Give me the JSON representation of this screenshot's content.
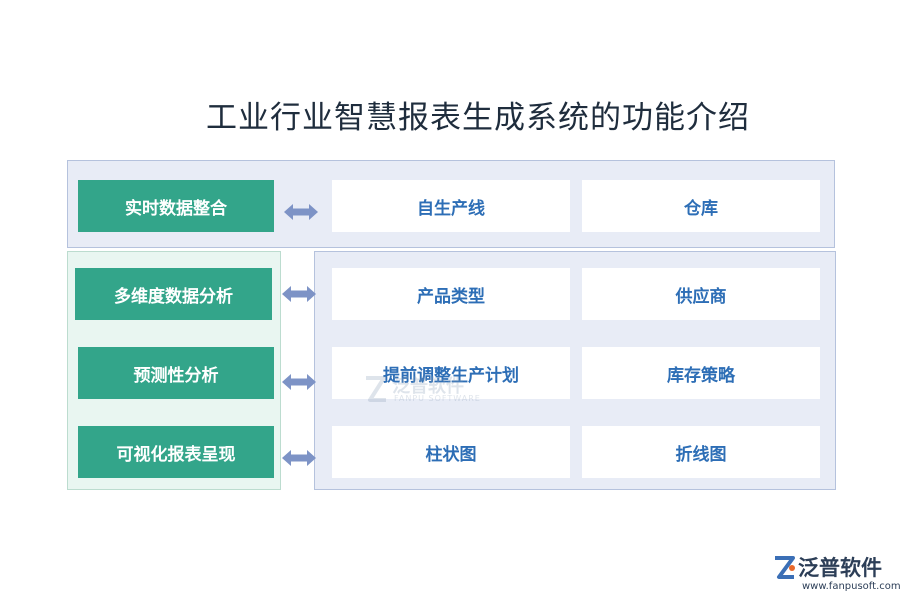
{
  "title": "工业行业智慧报表生成系统的功能介绍",
  "features": [
    {
      "label": "实时数据整合",
      "items": [
        "自生产线",
        "仓库"
      ]
    },
    {
      "label": "多维度数据分析",
      "items": [
        "产品类型",
        "供应商"
      ]
    },
    {
      "label": "预测性分析",
      "items": [
        "提前调整生产计划",
        "库存策略"
      ]
    },
    {
      "label": "可视化报表呈现",
      "items": [
        "柱状图",
        "折线图"
      ]
    }
  ],
  "watermark": {
    "name": "泛普软件",
    "sub": "FANPU SOFTWARE"
  },
  "brand": {
    "name": "泛普软件",
    "url": "www.fanpusoft.com"
  },
  "colors": {
    "feature_bg": "#33a58a",
    "item_text": "#2d6eb6",
    "arrow": "#7d93c6",
    "panel_blue": "#e8ecf6",
    "panel_green": "#e9f6f1"
  }
}
